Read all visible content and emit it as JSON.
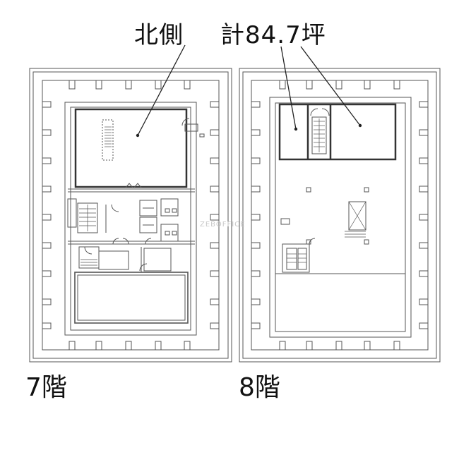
{
  "labels": {
    "north_side": "北側",
    "total_area": "計84.7坪",
    "floor_7": "7階",
    "floor_8": "8階",
    "watermark": "ZEBOFFICE"
  },
  "colors": {
    "line": "#555555",
    "text": "#111111",
    "background": "#ffffff"
  }
}
